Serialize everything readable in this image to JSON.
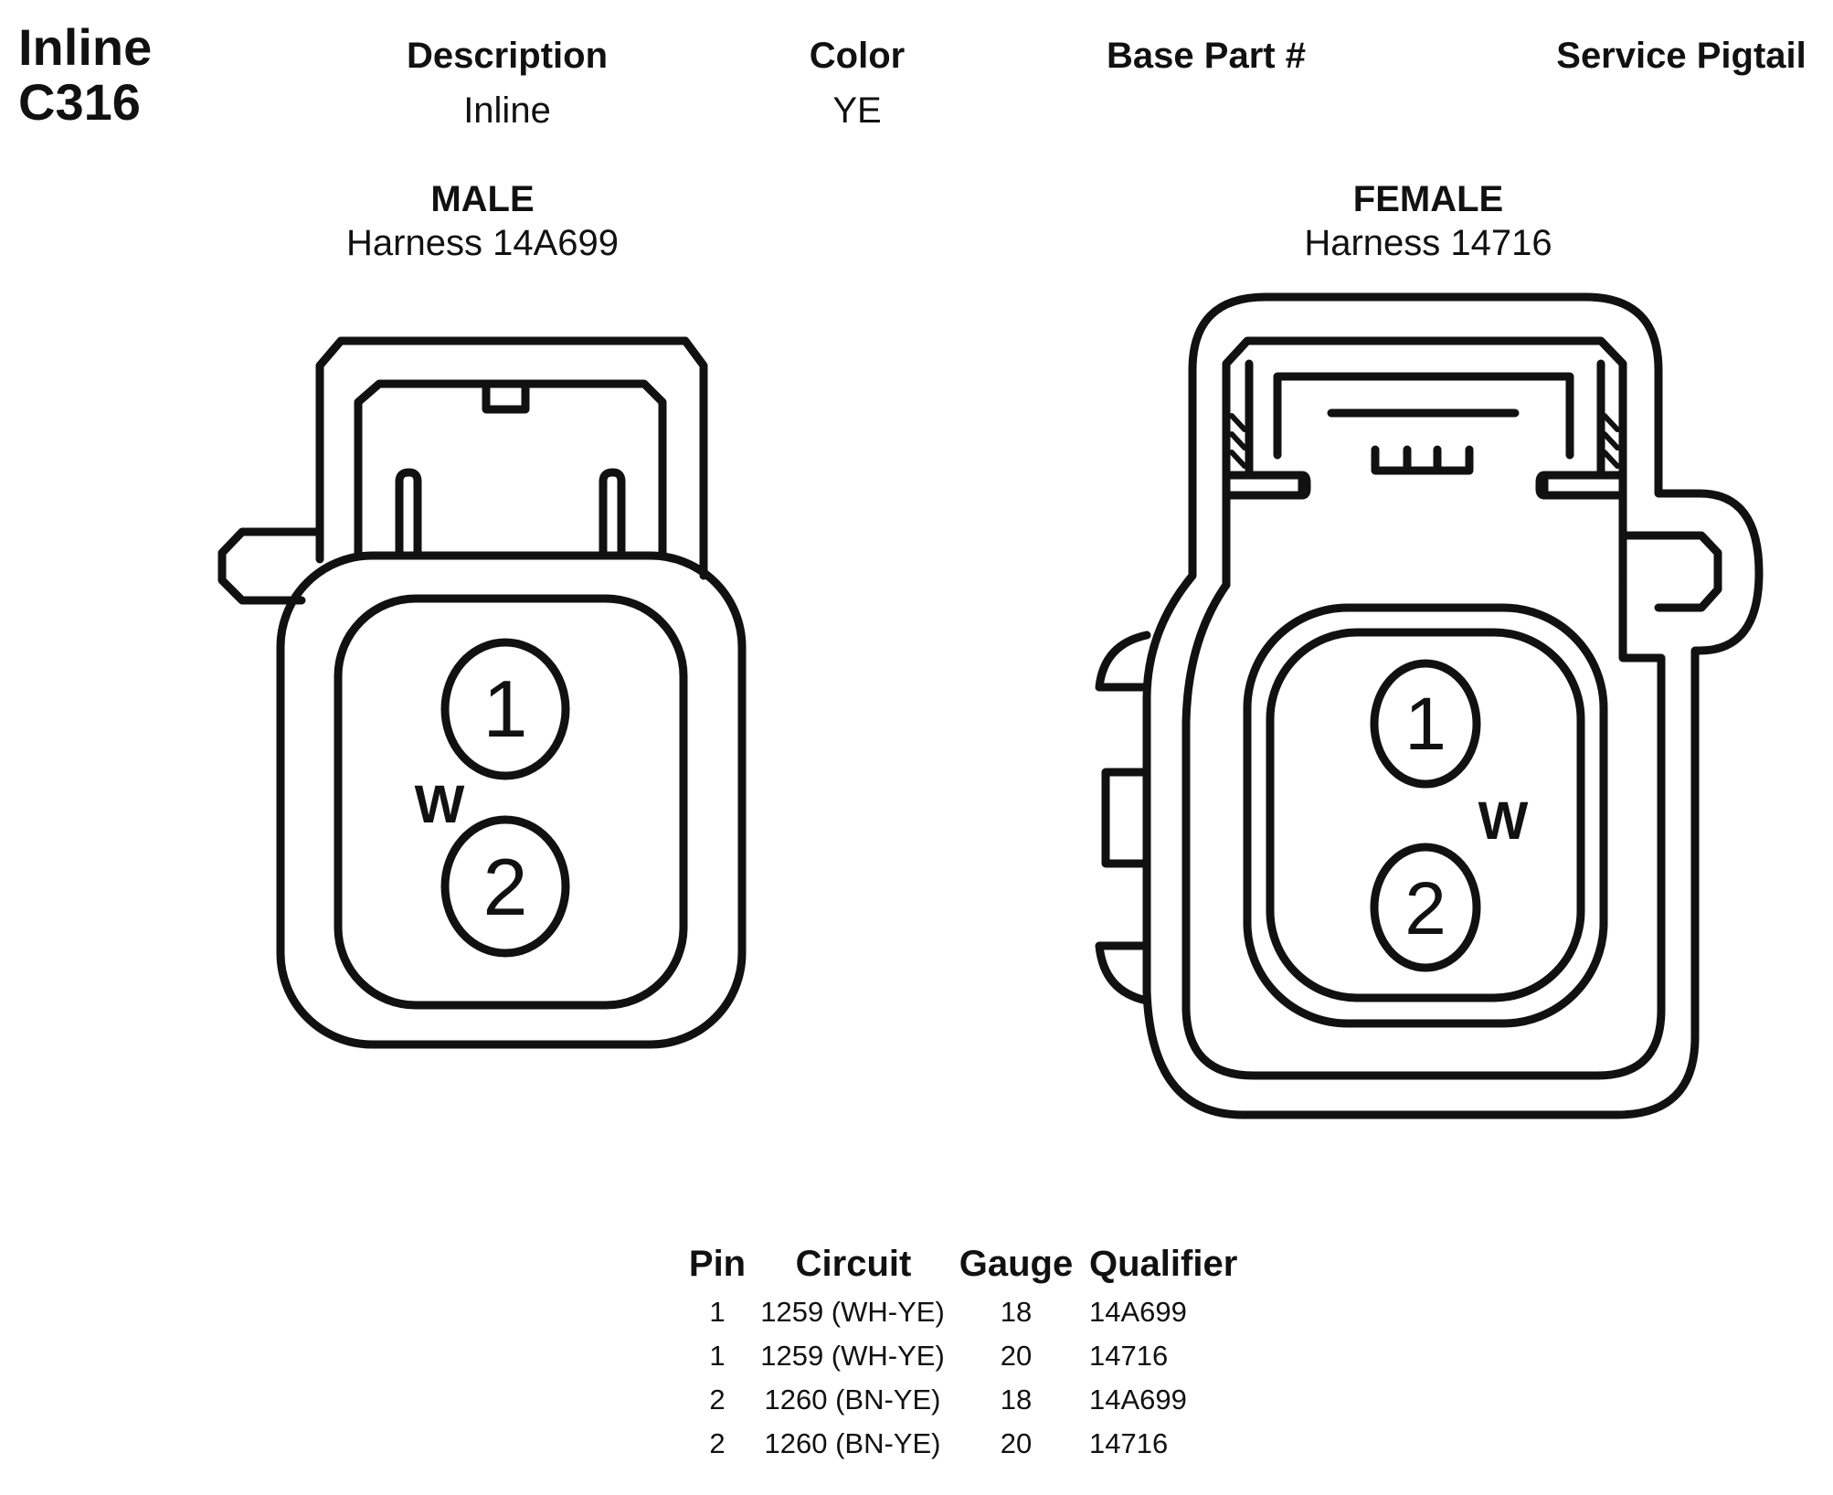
{
  "connector": {
    "name_line1": "Inline",
    "name_line2": "C316"
  },
  "header": {
    "columns": [
      "Description",
      "Color",
      "Base Part #",
      "Service Pigtail"
    ],
    "values": [
      "Inline",
      "YE",
      "",
      ""
    ]
  },
  "male": {
    "title": "MALE",
    "harness": "Harness 14A699",
    "pins": [
      "1",
      "2"
    ],
    "mark": "W"
  },
  "female": {
    "title": "FEMALE",
    "harness": "Harness 14716",
    "pins": [
      "1",
      "2"
    ],
    "mark": "W"
  },
  "pin_table": {
    "headers": [
      "Pin",
      "Circuit",
      "Gauge",
      "Qualifier"
    ],
    "rows": [
      [
        "1",
        "1259 (WH-YE)",
        "18",
        "14A699"
      ],
      [
        "1",
        "1259 (WH-YE)",
        "20",
        "14716"
      ],
      [
        "2",
        "1260 (BN-YE)",
        "18",
        "14A699"
      ],
      [
        "2",
        "1260 (BN-YE)",
        "20",
        "14716"
      ]
    ]
  }
}
